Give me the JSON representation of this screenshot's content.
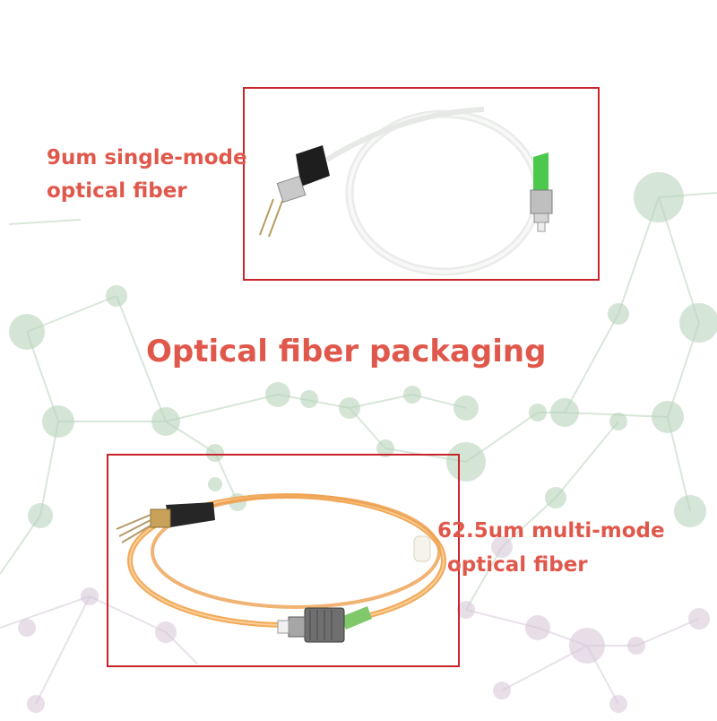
{
  "title": "Optical fiber packaging",
  "single_mode": {
    "line1": "9um single-mode",
    "line2": "optical fiber",
    "fiber_color": "#eef0ee",
    "connector_color": "#4cc94c"
  },
  "multi_mode": {
    "line1": "62.5um multi-mode",
    "line2": "optical fiber",
    "fiber_color": "#f2a95a",
    "connector_color": "#7fc96a"
  },
  "colors": {
    "label_text": "#e0584b",
    "frame_border": "#c8252a",
    "network_green": "#b9d4bc",
    "network_purple": "#d8c9da"
  }
}
